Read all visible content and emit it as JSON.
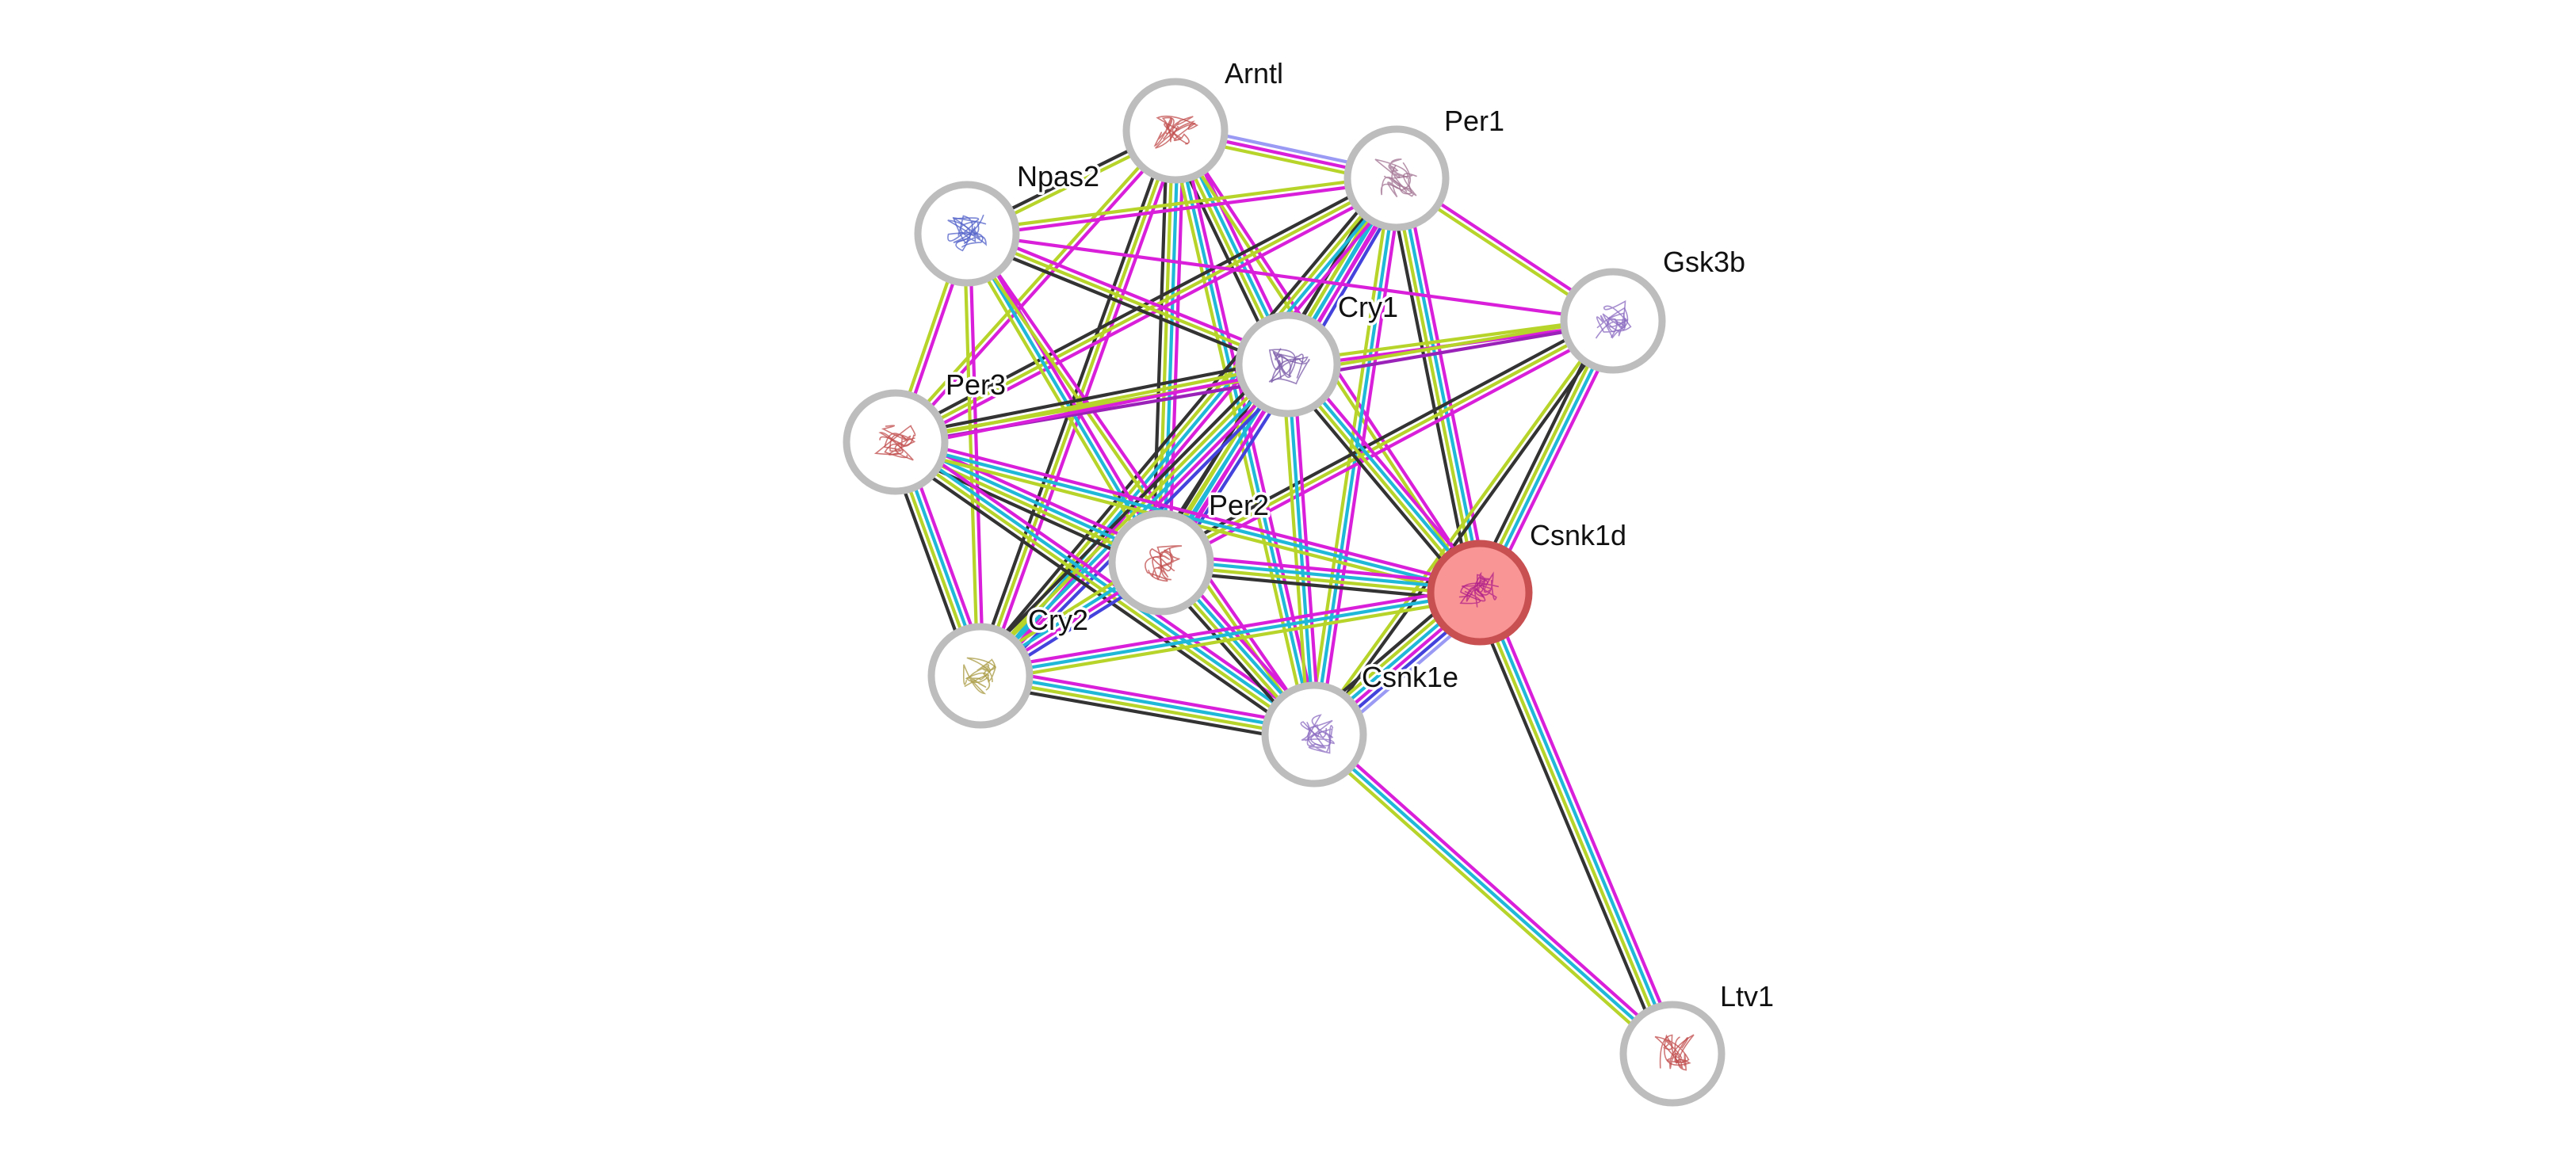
{
  "network": {
    "query_node": "Csnk1d",
    "nodes": [
      {
        "id": "Arntl",
        "label": "Arntl",
        "highlight": false
      },
      {
        "id": "Per1",
        "label": "Per1",
        "highlight": false
      },
      {
        "id": "Npas2",
        "label": "Npas2",
        "highlight": false
      },
      {
        "id": "Gsk3b",
        "label": "Gsk3b",
        "highlight": false
      },
      {
        "id": "Cry1",
        "label": "Cry1",
        "highlight": false
      },
      {
        "id": "Per3",
        "label": "Per3",
        "highlight": false
      },
      {
        "id": "Per2",
        "label": "Per2",
        "highlight": false
      },
      {
        "id": "Csnk1d",
        "label": "Csnk1d",
        "highlight": true
      },
      {
        "id": "Cry2",
        "label": "Cry2",
        "highlight": false
      },
      {
        "id": "Csnk1e",
        "label": "Csnk1e",
        "highlight": false
      },
      {
        "id": "Ltv1",
        "label": "Ltv1",
        "highlight": false
      }
    ],
    "edge_colors": {
      "magenta": "#d91fd9",
      "cyan": "#1fb8d9",
      "lime": "#b6d42a",
      "black": "#333333",
      "blue": "#4444dd",
      "lavender": "#9a9af5",
      "violet": "#9a22b8"
    },
    "node_colors": {
      "ring": "#bdbdbd",
      "fill": "#ffffff",
      "query_fill": "#f99595",
      "query_ring": "#c95050"
    },
    "edges": [
      {
        "a": "Arntl",
        "b": "Per1",
        "types": [
          "lavender",
          "magenta",
          "lime"
        ]
      },
      {
        "a": "Arntl",
        "b": "Npas2",
        "types": [
          "lime",
          "black"
        ]
      },
      {
        "a": "Arntl",
        "b": "Cry1",
        "types": [
          "magenta",
          "cyan",
          "lime",
          "black"
        ]
      },
      {
        "a": "Arntl",
        "b": "Per3",
        "types": [
          "magenta",
          "lime"
        ]
      },
      {
        "a": "Arntl",
        "b": "Per2",
        "types": [
          "magenta",
          "cyan",
          "lime",
          "black"
        ]
      },
      {
        "a": "Arntl",
        "b": "Cry2",
        "types": [
          "magenta",
          "lime",
          "black"
        ]
      },
      {
        "a": "Arntl",
        "b": "Csnk1e",
        "types": [
          "magenta",
          "cyan",
          "lime"
        ]
      },
      {
        "a": "Arntl",
        "b": "Csnk1d",
        "types": [
          "magenta",
          "lime"
        ]
      },
      {
        "a": "Per1",
        "b": "Npas2",
        "types": [
          "magenta",
          "lime"
        ]
      },
      {
        "a": "Per1",
        "b": "Cry1",
        "types": [
          "blue",
          "magenta",
          "cyan",
          "lime",
          "black"
        ]
      },
      {
        "a": "Per1",
        "b": "Per3",
        "types": [
          "magenta",
          "lime",
          "black"
        ]
      },
      {
        "a": "Per1",
        "b": "Per2",
        "types": [
          "magenta",
          "cyan",
          "lime",
          "black"
        ]
      },
      {
        "a": "Per1",
        "b": "Cry2",
        "types": [
          "magenta",
          "cyan",
          "lime",
          "black"
        ]
      },
      {
        "a": "Per1",
        "b": "Csnk1e",
        "types": [
          "magenta",
          "cyan",
          "lime"
        ]
      },
      {
        "a": "Per1",
        "b": "Csnk1d",
        "types": [
          "magenta",
          "cyan",
          "lime",
          "black"
        ]
      },
      {
        "a": "Per1",
        "b": "Gsk3b",
        "types": [
          "magenta",
          "lime"
        ]
      },
      {
        "a": "Npas2",
        "b": "Cry1",
        "types": [
          "magenta",
          "lime",
          "black"
        ]
      },
      {
        "a": "Npas2",
        "b": "Per3",
        "types": [
          "magenta",
          "lime"
        ]
      },
      {
        "a": "Npas2",
        "b": "Per2",
        "types": [
          "magenta",
          "cyan",
          "lime"
        ]
      },
      {
        "a": "Npas2",
        "b": "Cry2",
        "types": [
          "magenta",
          "lime"
        ]
      },
      {
        "a": "Npas2",
        "b": "Csnk1e",
        "types": [
          "magenta",
          "lime"
        ]
      },
      {
        "a": "Npas2",
        "b": "Gsk3b",
        "types": [
          "magenta"
        ]
      },
      {
        "a": "Gsk3b",
        "b": "Cry1",
        "types": [
          "magenta",
          "lime"
        ]
      },
      {
        "a": "Gsk3b",
        "b": "Per2",
        "types": [
          "magenta",
          "lime",
          "black"
        ]
      },
      {
        "a": "Gsk3b",
        "b": "Csnk1d",
        "types": [
          "magenta",
          "cyan",
          "lime",
          "black"
        ]
      },
      {
        "a": "Gsk3b",
        "b": "Csnk1e",
        "types": [
          "black",
          "lime"
        ]
      },
      {
        "a": "Gsk3b",
        "b": "Per3",
        "types": [
          "violet",
          "lime"
        ]
      },
      {
        "a": "Cry1",
        "b": "Per3",
        "types": [
          "magenta",
          "lime",
          "black"
        ]
      },
      {
        "a": "Cry1",
        "b": "Per2",
        "types": [
          "blue",
          "magenta",
          "cyan",
          "lime",
          "black"
        ]
      },
      {
        "a": "Cry1",
        "b": "Cry2",
        "types": [
          "blue",
          "magenta",
          "cyan",
          "lime",
          "black"
        ]
      },
      {
        "a": "Cry1",
        "b": "Csnk1e",
        "types": [
          "magenta",
          "cyan",
          "lime"
        ]
      },
      {
        "a": "Cry1",
        "b": "Csnk1d",
        "types": [
          "magenta",
          "cyan",
          "lime",
          "black"
        ]
      },
      {
        "a": "Per3",
        "b": "Per2",
        "types": [
          "magenta",
          "cyan",
          "lime",
          "black"
        ]
      },
      {
        "a": "Per3",
        "b": "Cry2",
        "types": [
          "magenta",
          "cyan",
          "lime",
          "black"
        ]
      },
      {
        "a": "Per3",
        "b": "Csnk1e",
        "types": [
          "magenta",
          "cyan",
          "lime",
          "black"
        ]
      },
      {
        "a": "Per3",
        "b": "Csnk1d",
        "types": [
          "magenta",
          "cyan",
          "lime"
        ]
      },
      {
        "a": "Per2",
        "b": "Cry2",
        "types": [
          "blue",
          "magenta",
          "cyan",
          "lime"
        ]
      },
      {
        "a": "Per2",
        "b": "Csnk1e",
        "types": [
          "magenta",
          "cyan",
          "lime",
          "black"
        ]
      },
      {
        "a": "Per2",
        "b": "Csnk1d",
        "types": [
          "magenta",
          "cyan",
          "lime",
          "black"
        ]
      },
      {
        "a": "Cry2",
        "b": "Csnk1e",
        "types": [
          "magenta",
          "cyan",
          "lime",
          "black"
        ]
      },
      {
        "a": "Cry2",
        "b": "Csnk1d",
        "types": [
          "magenta",
          "cyan",
          "lime"
        ]
      },
      {
        "a": "Csnk1d",
        "b": "Csnk1e",
        "types": [
          "lavender",
          "blue",
          "magenta",
          "cyan",
          "lime",
          "black"
        ]
      },
      {
        "a": "Csnk1d",
        "b": "Ltv1",
        "types": [
          "magenta",
          "cyan",
          "lime",
          "black"
        ]
      },
      {
        "a": "Csnk1e",
        "b": "Ltv1",
        "types": [
          "magenta",
          "cyan",
          "lime"
        ]
      }
    ]
  }
}
